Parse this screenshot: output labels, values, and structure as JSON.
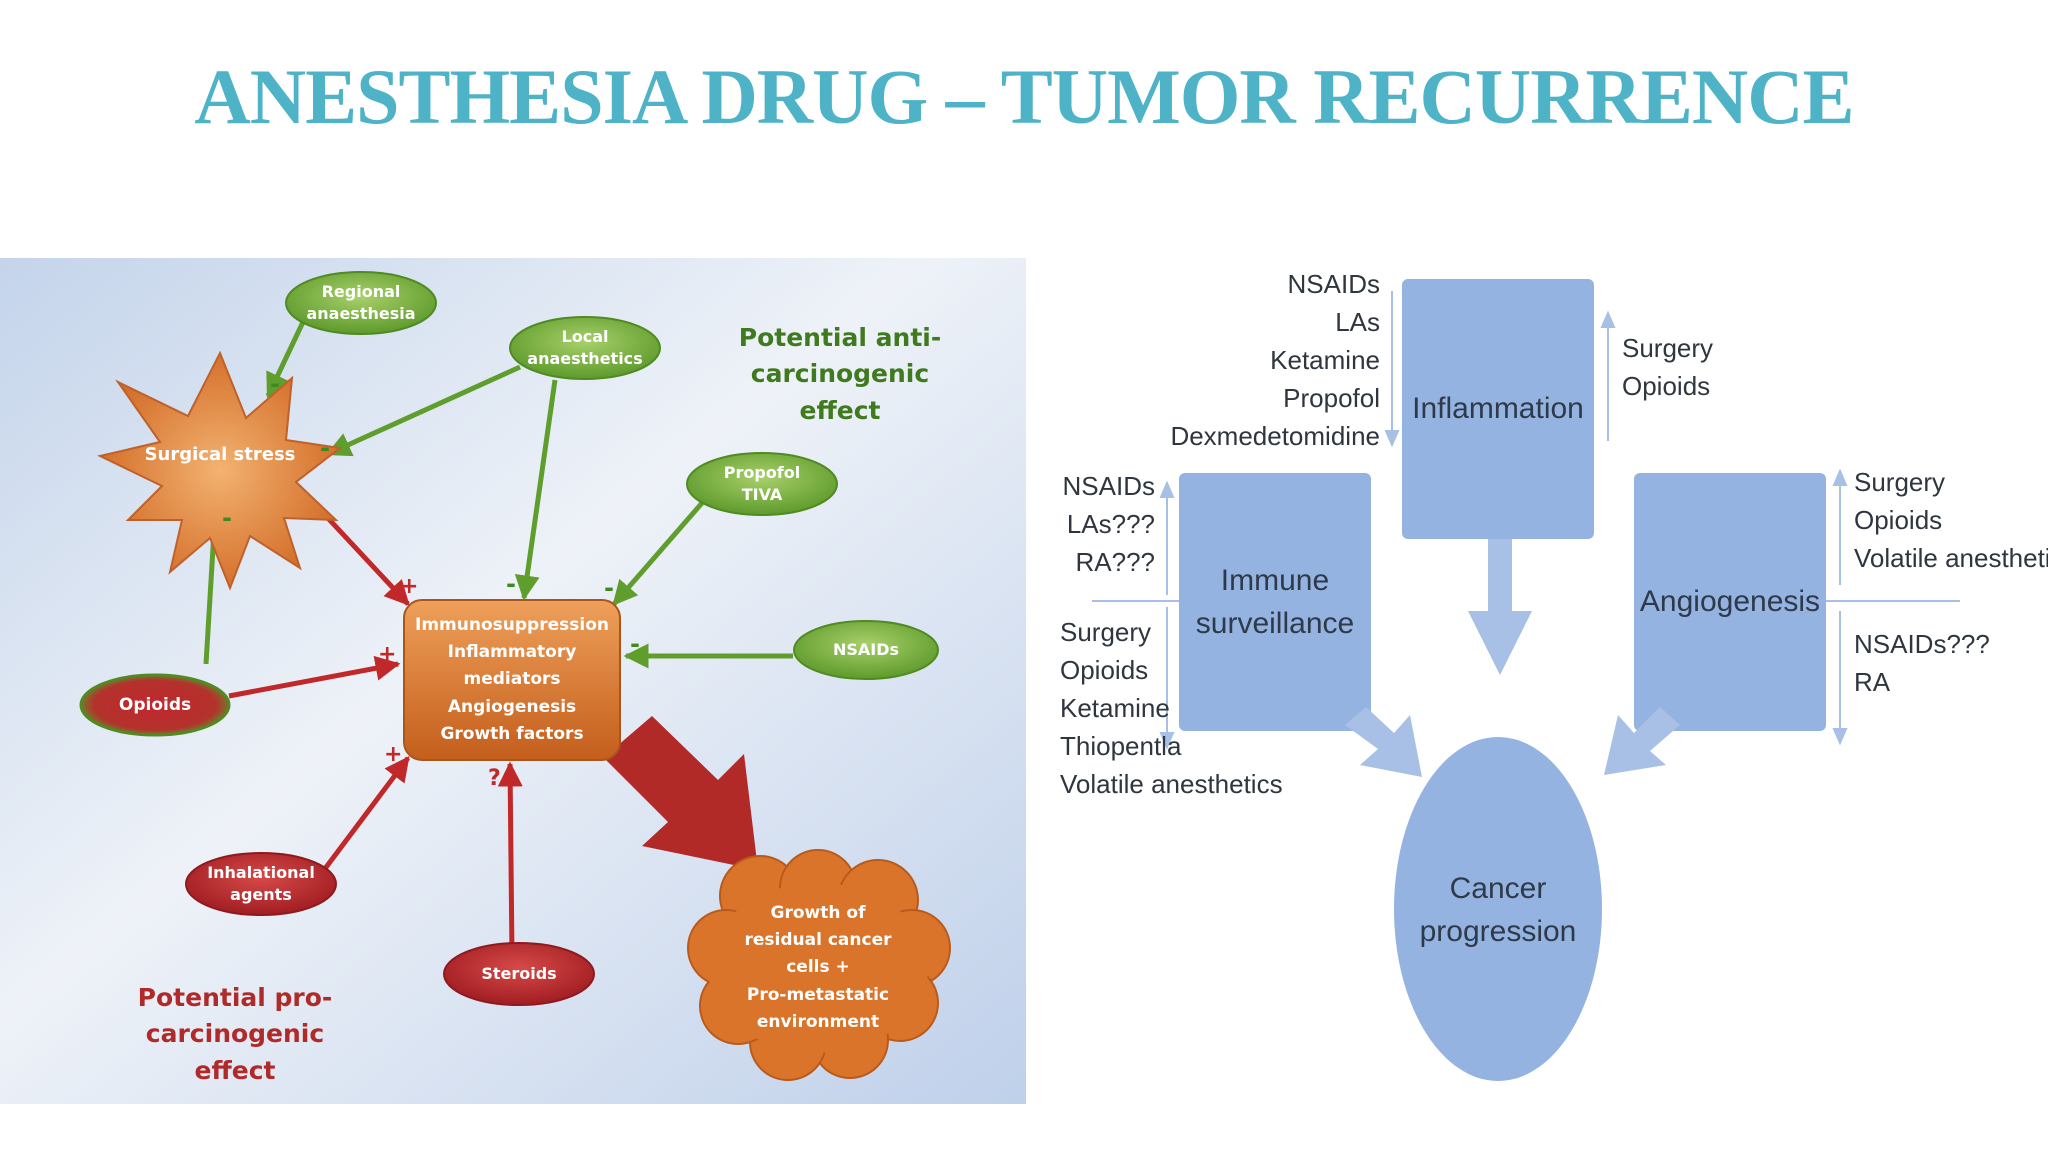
{
  "title": "ANESTHESIA DRUG – TUMOR RECURRENCE",
  "left_diagram": {
    "effects": {
      "anti": [
        "Potential anti-carcinogenic",
        "effect"
      ],
      "pro": [
        "Potential pro-carcinogenic",
        "effect"
      ]
    },
    "nodes": {
      "regional": [
        "Regional",
        "anaesthesia"
      ],
      "local": [
        "Local",
        "anaesthetics"
      ],
      "propofol": [
        "Propofol",
        "TIVA"
      ],
      "nsaids": "NSAIDs",
      "surgical_stress": "Surgical stress",
      "opioids": "Opioids",
      "center": [
        "Immunosuppression",
        "Inflammatory",
        "mediators",
        "Angiogenesis",
        "Growth factors"
      ],
      "inhalational": [
        "Inhalational",
        "agents"
      ],
      "steroids": "Steroids",
      "growth": [
        "Growth of",
        "residual cancer",
        "cells +",
        "Pro-metastatic",
        "environment"
      ]
    },
    "signs": {
      "minus": "-",
      "plus": "+",
      "question": "?"
    },
    "colors": {
      "anti": "#3f8a1e",
      "pro": "#c0282a",
      "center": "#d9742a",
      "background": "#d3dff0"
    }
  },
  "right_diagram": {
    "boxes": {
      "inflammation": "Inflammation",
      "immune": [
        "Immune",
        "surveillance"
      ],
      "angiogenesis": "Angiogenesis",
      "cancer": [
        "Cancer",
        "progression"
      ]
    },
    "lists": {
      "inflammation_down": [
        "NSAIDs",
        "LAs",
        "Ketamine",
        "Propofol",
        "Dexmedetomidine"
      ],
      "inflammation_up": [
        "Surgery",
        "Opioids"
      ],
      "immune_up": [
        "NSAIDs",
        "LAs???",
        "RA???"
      ],
      "immune_down": [
        "Surgery",
        "Opioids",
        "Ketamine",
        "Thiopentla",
        "Volatile anesthetics"
      ],
      "angiogenesis_up": [
        "Surgery",
        "Opioids",
        "Volatile anesthetics"
      ],
      "angiogenesis_down": [
        "NSAIDs???",
        "RA"
      ]
    },
    "colors": {
      "box": "#95b3e0",
      "arrow": "#a9c0e6"
    }
  }
}
